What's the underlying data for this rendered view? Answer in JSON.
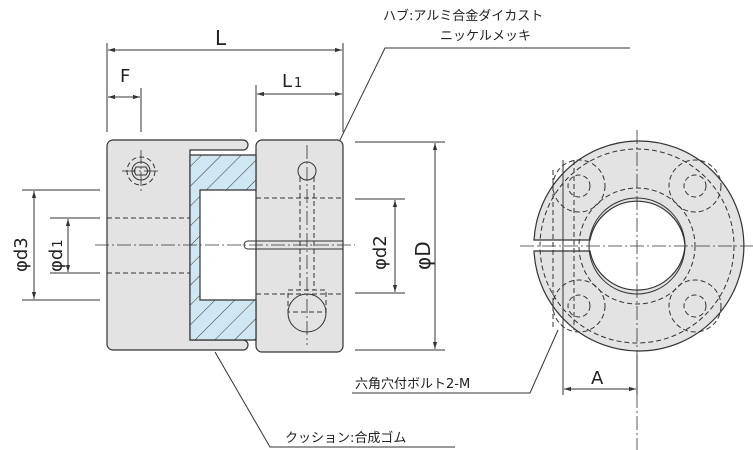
{
  "labels": {
    "hub_material_line1": "ハブ:アルミ合金ダイカスト",
    "hub_material_line2": "ニッケルメッキ",
    "dim_L": "L",
    "dim_F": "F",
    "dim_L1": "L",
    "dim_L1_sub": "1",
    "dim_d3": "φd3",
    "dim_d1": "φd",
    "dim_d1_sub": "1",
    "dim_d2": "φd2",
    "dim_D": "φD",
    "bolt": "六角穴付ボルト2-M",
    "dim_A": "A",
    "cushion": "クッション:合成ゴム"
  },
  "colors": {
    "body": "#e3e3e3",
    "cushion": "#cfe6f3"
  }
}
